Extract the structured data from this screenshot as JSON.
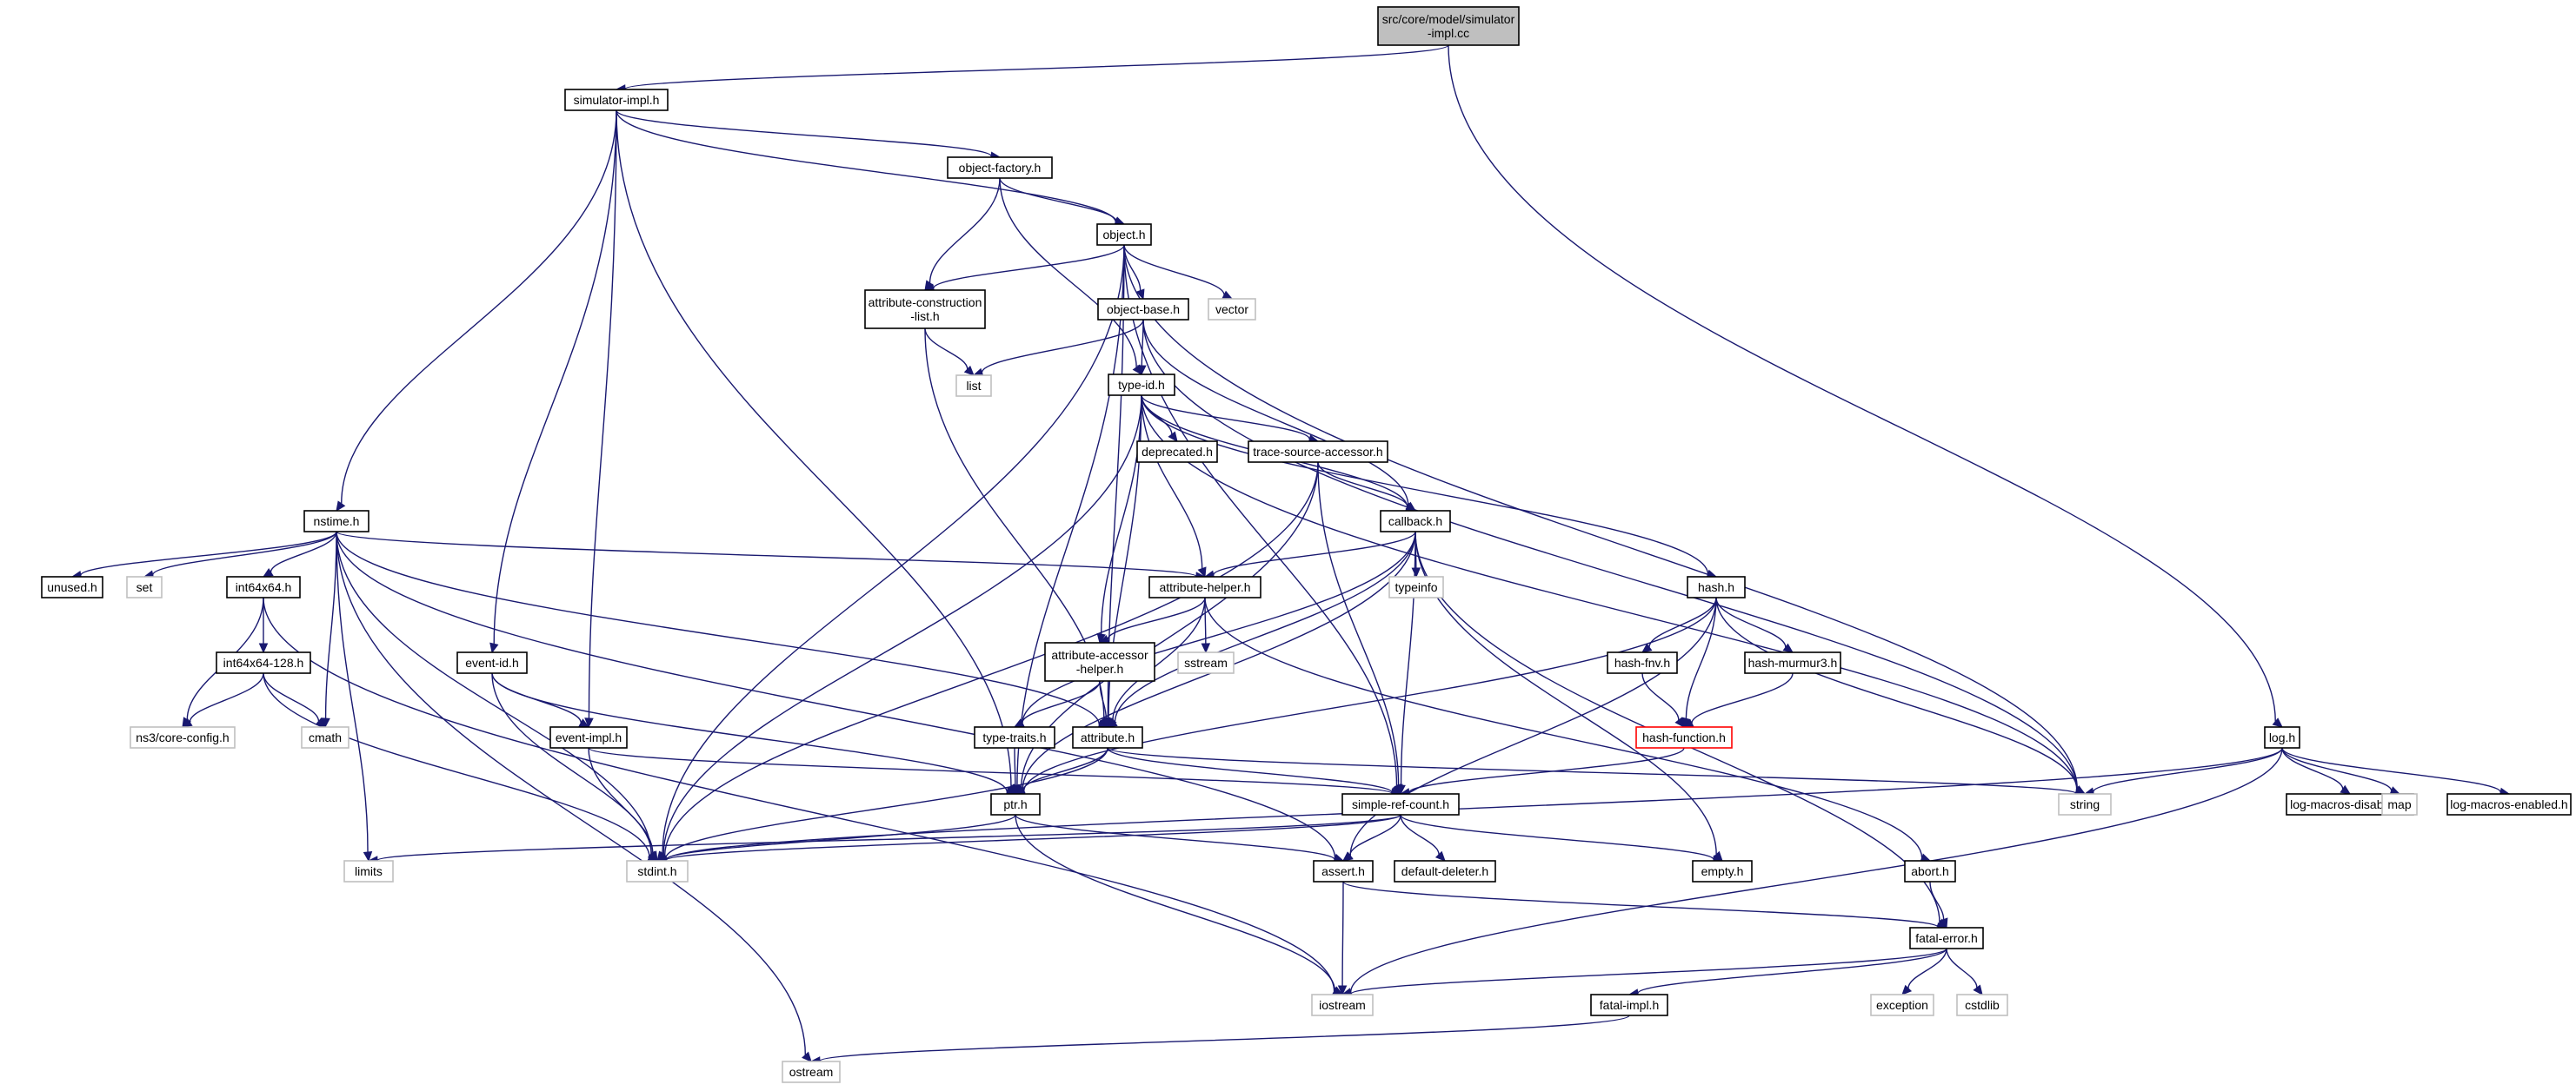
{
  "root": {
    "label_lines": [
      "src/core/model/simulator",
      "-impl.cc"
    ]
  },
  "nodes": {
    "simulator_impl_h": {
      "label": "simulator-impl.h"
    },
    "log_h": {
      "label": "log.h"
    },
    "object_factory_h": {
      "label": "object-factory.h"
    },
    "object_h": {
      "label": "object.h"
    },
    "attribute_construction_list_h": {
      "label_lines": [
        "attribute-construction",
        "-list.h"
      ]
    },
    "vector": {
      "label": "vector"
    },
    "object_base_h": {
      "label": "object-base.h"
    },
    "list": {
      "label": "list"
    },
    "type_id_h": {
      "label": "type-id.h"
    },
    "deprecated_h": {
      "label": "deprecated.h"
    },
    "trace_source_accessor_h": {
      "label": "trace-source-accessor.h"
    },
    "nstime_h": {
      "label": "nstime.h"
    },
    "callback_h": {
      "label": "callback.h"
    },
    "unused_h": {
      "label": "unused.h"
    },
    "set": {
      "label": "set"
    },
    "int64x64_h": {
      "label": "int64x64.h"
    },
    "attribute_helper_h": {
      "label": "attribute-helper.h"
    },
    "typeinfo": {
      "label": "typeinfo"
    },
    "hash_h": {
      "label": "hash.h"
    },
    "int64x64_128_h": {
      "label": "int64x64-128.h"
    },
    "event_id_h": {
      "label": "event-id.h"
    },
    "sstream": {
      "label": "sstream"
    },
    "attribute_accessor_helper_h": {
      "label_lines": [
        "attribute-accessor",
        "-helper.h"
      ]
    },
    "hash_fnv_h": {
      "label": "hash-fnv.h"
    },
    "hash_murmur3_h": {
      "label": "hash-murmur3.h"
    },
    "ns3_core_config_h": {
      "label": "ns3/core-config.h"
    },
    "cmath": {
      "label": "cmath"
    },
    "event_impl_h": {
      "label": "event-impl.h"
    },
    "type_traits_h": {
      "label": "type-traits.h"
    },
    "attribute_h": {
      "label": "attribute.h"
    },
    "hash_function_h": {
      "label": "hash-function.h"
    },
    "string": {
      "label": "string"
    },
    "log_macros_disabled_h": {
      "label": "log-macros-disabled.h"
    },
    "map": {
      "label": "map"
    },
    "log_macros_enabled_h": {
      "label": "log-macros-enabled.h"
    },
    "ptr_h": {
      "label": "ptr.h"
    },
    "simple_ref_count_h": {
      "label": "simple-ref-count.h"
    },
    "limits": {
      "label": "limits"
    },
    "stdint_h": {
      "label": "stdint.h"
    },
    "assert_h": {
      "label": "assert.h"
    },
    "default_deleter_h": {
      "label": "default-deleter.h"
    },
    "empty_h": {
      "label": "empty.h"
    },
    "abort_h": {
      "label": "abort.h"
    },
    "fatal_error_h": {
      "label": "fatal-error.h"
    },
    "iostream": {
      "label": "iostream"
    },
    "exception": {
      "label": "exception"
    },
    "cstdlib": {
      "label": "cstdlib"
    },
    "fatal_impl_h": {
      "label": "fatal-impl.h"
    },
    "ostream": {
      "label": "ostream"
    }
  },
  "colors": {
    "edge": "#191970",
    "system_header_border": "#bfbfbf",
    "root_fill": "#bfbfbf",
    "highlight_border": "#ff0000"
  }
}
